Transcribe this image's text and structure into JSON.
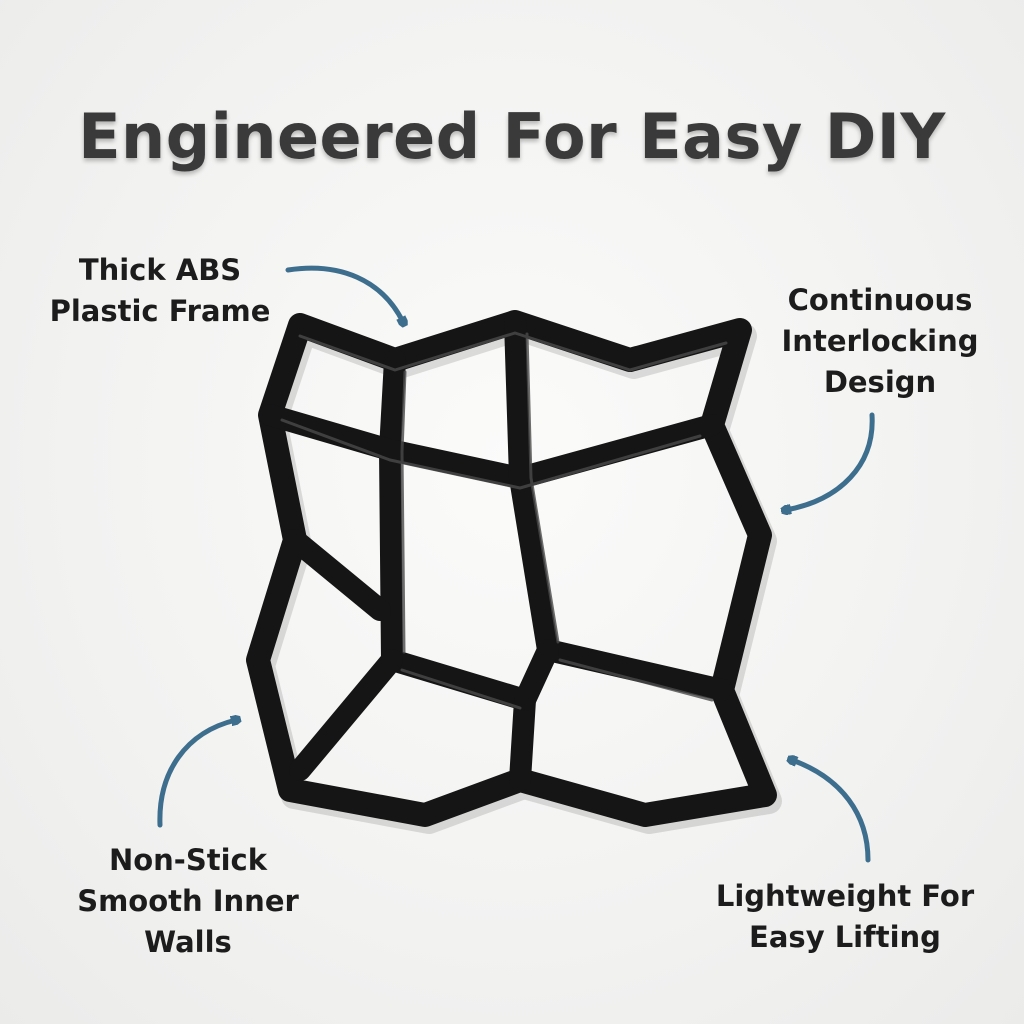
{
  "title": "Engineered For Easy DIY",
  "callouts": {
    "thick_frame": {
      "line1": "Thick ABS",
      "line2": "Plastic Frame"
    },
    "continuous": {
      "line1": "Continuous",
      "line2": "Interlocking",
      "line3": "Design"
    },
    "non_stick": {
      "line1": "Non-Stick",
      "line2": "Smooth Inner",
      "line3": "Walls"
    },
    "lightweight": {
      "line1": "Lightweight For",
      "line2": "Easy Lifting"
    }
  },
  "colors": {
    "background": "#f3f3f2",
    "title": "#3a3a3a",
    "label": "#1c1c1c",
    "arrow": "#3d6e8d",
    "mold": "#151515",
    "mold_highlight": "#4a4a4a"
  },
  "icons": {
    "arrow": "curved-arrow-icon",
    "product": "paver-mold-illustration"
  }
}
